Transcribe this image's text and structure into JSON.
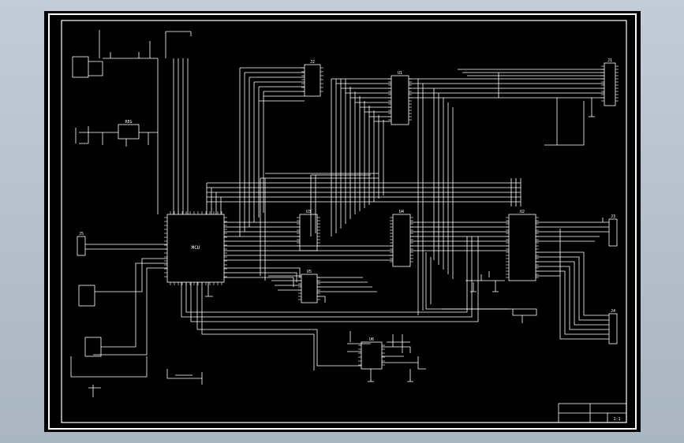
{
  "colors": {
    "viewport_bg": "#b9c2cd",
    "sheet_bg": "#000000",
    "ink": "#ffffff"
  },
  "chips": {
    "mcu": "MCU",
    "u_top": "U1",
    "u_right": "U2",
    "u_mid": "U3",
    "u_mid2": "U4",
    "u_low": "U5",
    "u_center": "U6",
    "regulator": "REG"
  },
  "connectors": {
    "j_top_right": "J1",
    "j_top_mid": "J2",
    "j_right": "J3",
    "j_right_low": "J4",
    "j_left": "J5"
  },
  "title_block": {
    "name": "",
    "sheet": "1:1"
  }
}
